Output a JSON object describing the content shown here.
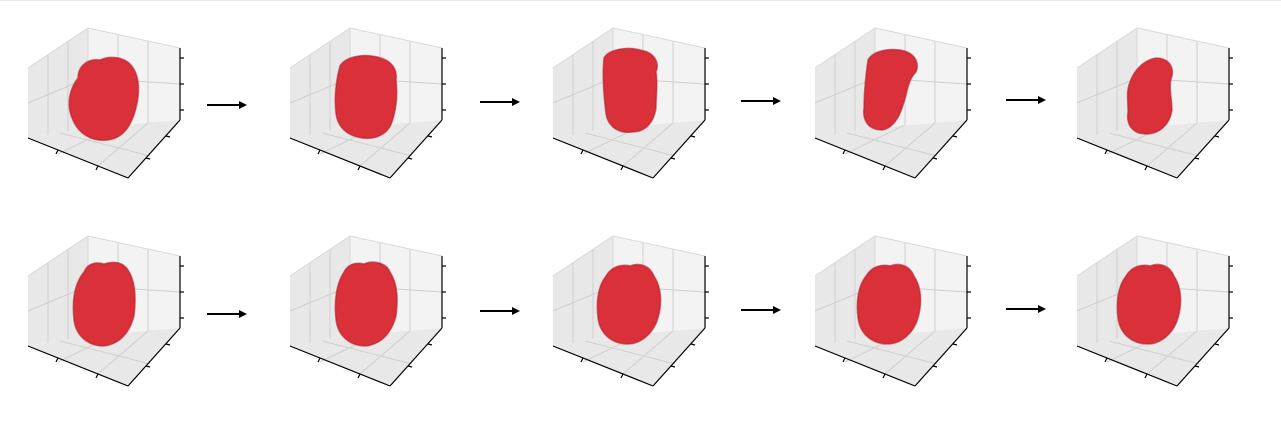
{
  "figure": {
    "rows": 2,
    "columns": 5,
    "arrow_count_per_row": 4
  },
  "colors": {
    "shape_fill": "#d9303a",
    "shape_shadow": "#b61f2b",
    "pane_light": "#f3f3f3",
    "pane_mid": "#e8e8e8",
    "grid_line": "#cfcfcf",
    "axis_line": "#000000",
    "arrow": "#000000"
  }
}
